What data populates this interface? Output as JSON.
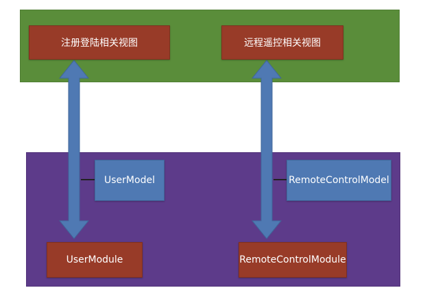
{
  "colors": {
    "view_layer": "#5a8d3a",
    "module_layer": "#5d3b8a",
    "red_box": "#983b28",
    "blue_box": "#4f79b3",
    "arrow": "#4f79b3",
    "connector": "#222222"
  },
  "view_layer": {
    "register_login_view": "注册登陆相关视图",
    "remote_control_view": "远程遥控相关视图"
  },
  "module_layer": {
    "user_model": "UserModel",
    "remote_control_model": "RemoteControlModel",
    "user_module": "UserModule",
    "remote_control_module": "RemoteControlModule"
  }
}
